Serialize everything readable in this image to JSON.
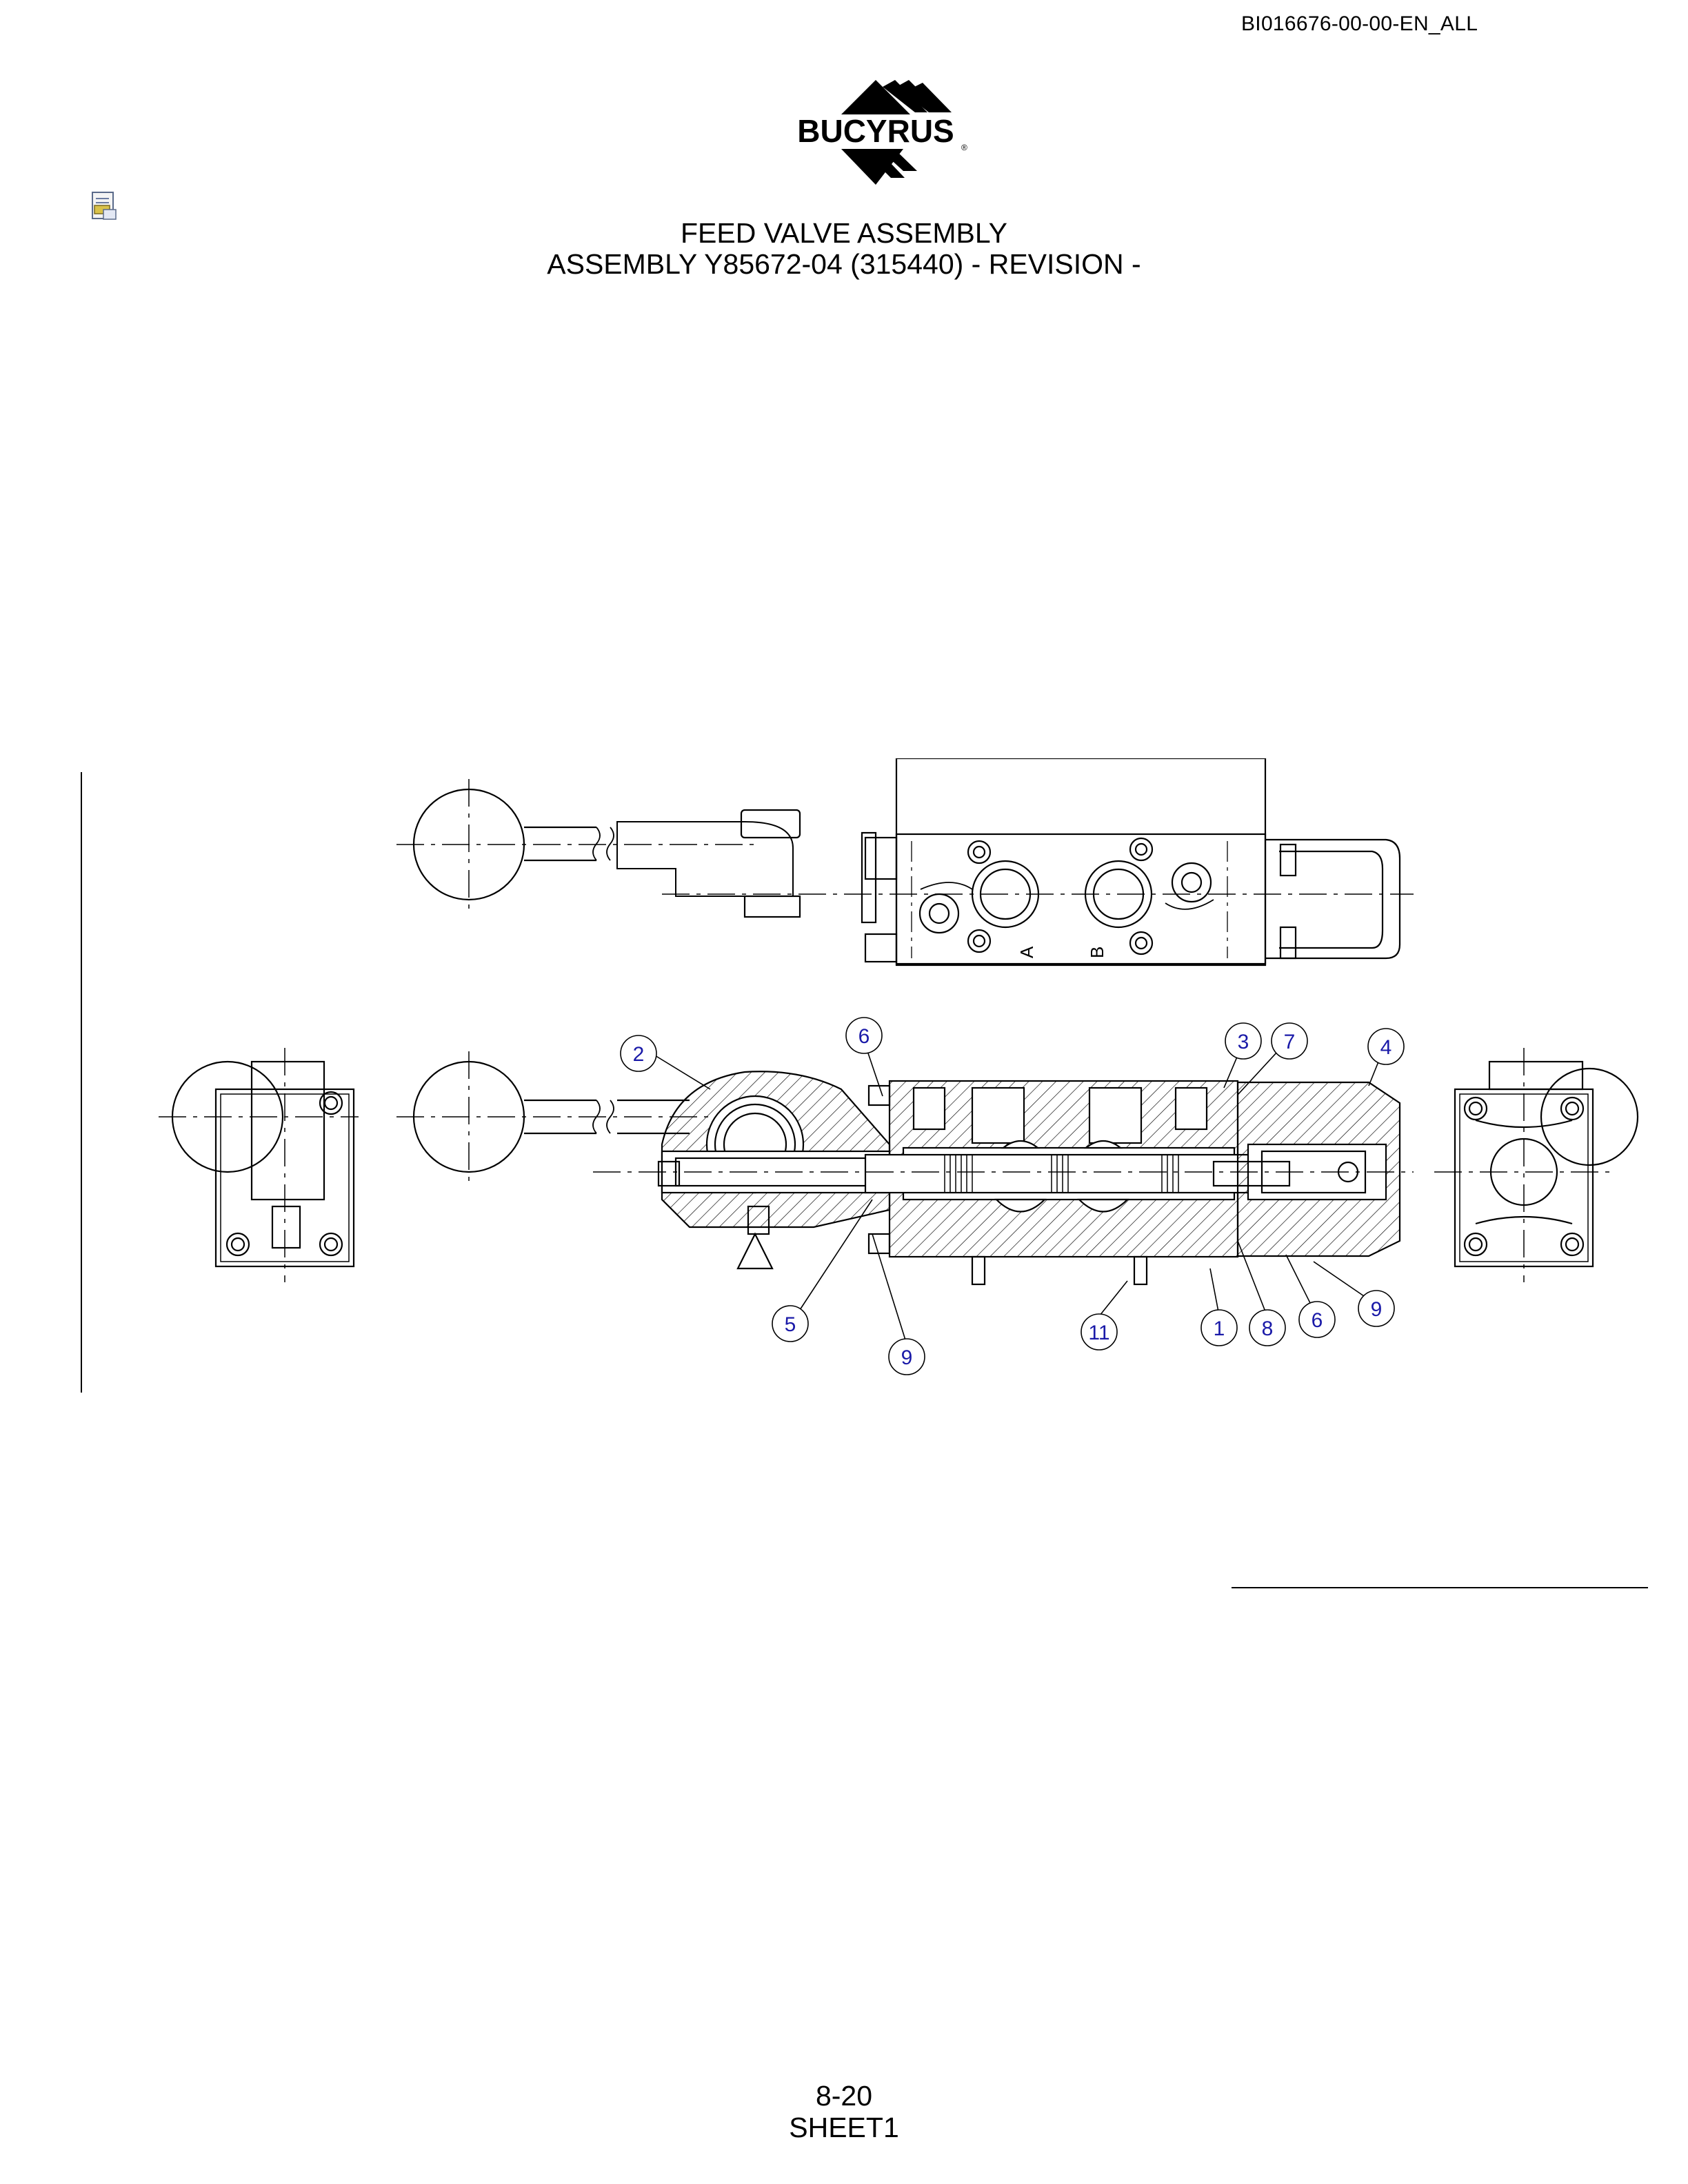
{
  "header": {
    "document_id": "BI016676-00-00-EN_ALL",
    "logo_text": "BUCYRUS",
    "attachment_icon": "document-attachment-icon"
  },
  "title": {
    "line1": "FEED VALVE ASSEMBLY",
    "line2": "ASSEMBLY Y85672-04 (315440) - REVISION -"
  },
  "drawing": {
    "port_labels": [
      "A",
      "B"
    ],
    "callouts": [
      "2",
      "6",
      "3",
      "7",
      "4",
      "5",
      "9",
      "11",
      "1",
      "8",
      "6",
      "9"
    ],
    "line_color": "#000000",
    "callout_color": "#1a1aa8"
  },
  "footer": {
    "page_number": "8-20",
    "sheet": "SHEET1"
  }
}
